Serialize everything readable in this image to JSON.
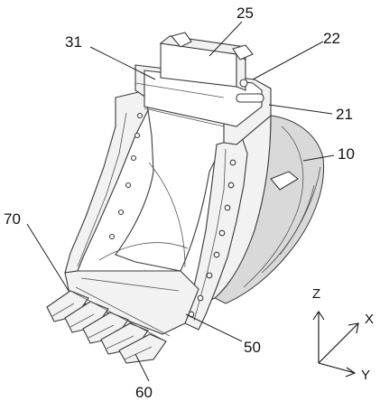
{
  "labels": {
    "l25": "25",
    "l31": "31",
    "l22": "22",
    "l21": "21",
    "l10": "10",
    "l70": "70",
    "l50": "50",
    "l60": "60"
  },
  "axes": {
    "z": "Z",
    "x": "X",
    "y": "Y"
  },
  "colors": {
    "line": "#3a3a3a",
    "shade": "#d9d9d9",
    "background": "#ffffff"
  }
}
